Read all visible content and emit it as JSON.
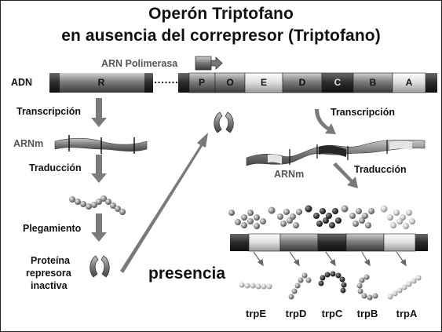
{
  "title": {
    "line1": "Operón Triptofano",
    "line2": "en ausencia del correpresor (Triptofano)"
  },
  "labels": {
    "polymerase": "ARN Polimerasa",
    "dna": "ADN",
    "transcription_left": "Transcripción",
    "mrna_left": "ARNm",
    "translation_left": "Traducción",
    "folding": "Plegamiento",
    "repressor_line1": "Proteína",
    "repressor_line2": "represora",
    "repressor_line3": "inactiva",
    "presence": "presencia",
    "transcription_right": "Transcripción",
    "mrna_right": "ARNm",
    "translation_right": "Traducción"
  },
  "dna_segments": [
    "R",
    "P",
    "O",
    "E",
    "D",
    "C",
    "B",
    "A"
  ],
  "genes": [
    "trpE",
    "trpD",
    "trpC",
    "trpB",
    "trpA"
  ],
  "colors": {
    "arrow": "#8a8a8a",
    "segment_dark": "#1e1e1e",
    "segment_mid": "#7a7a7a",
    "segment_light": "#e8e8e8"
  }
}
